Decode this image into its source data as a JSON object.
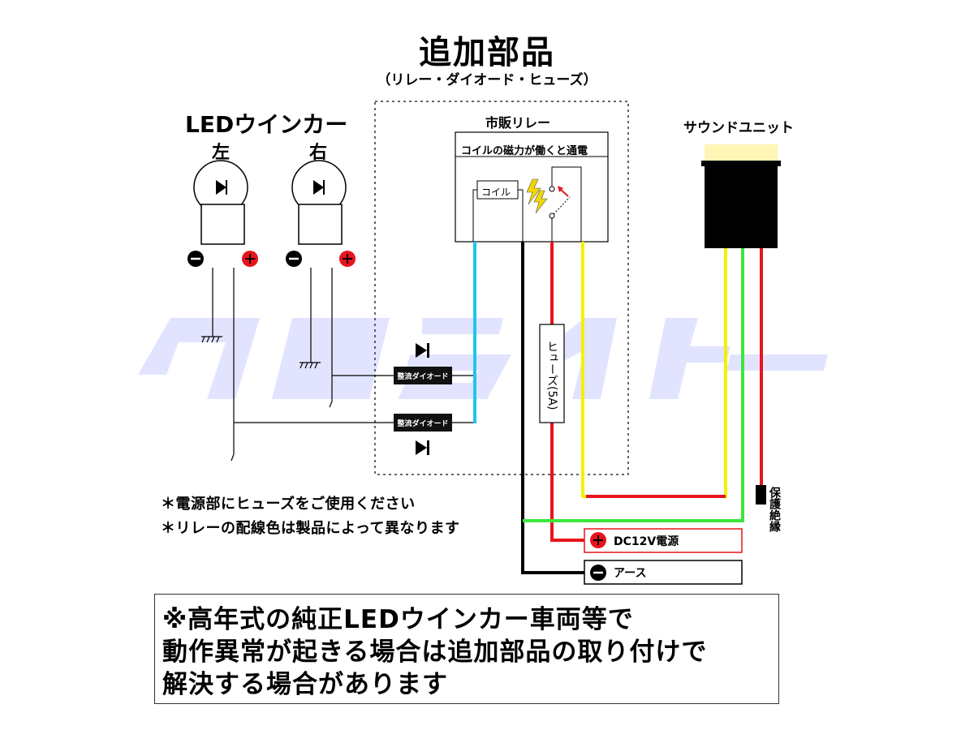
{
  "header": {
    "title": "追加部品",
    "subtitle": "（リレー・ダイオード・ヒューズ）"
  },
  "watermark": {
    "icon": "brand-watermark-logo",
    "color": "#e4e6ff"
  },
  "led": {
    "title": "LEDウインカー",
    "left_label": "左",
    "right_label": "右",
    "minus_symbol": "−",
    "plus_symbol": "+"
  },
  "relay": {
    "title": "市販リレー",
    "description": "コイルの磁力が働くと通電",
    "coil_label": "コイル"
  },
  "diodes": {
    "label": "整流ダイオード"
  },
  "fuse": {
    "label": "ヒューズ(5A)"
  },
  "sound_unit": {
    "title": "サウンドユニット"
  },
  "protect": {
    "label": "保護絶縁"
  },
  "power_box": {
    "label": "DC12V電源",
    "symbol": "+"
  },
  "ground_box": {
    "label": "アース",
    "symbol": "−"
  },
  "notes": [
    "＊電源部にヒューズをご使用ください",
    "＊リレーの配線色は製品によって異なります"
  ],
  "bottom_note": {
    "lines": [
      "※高年式の純正LEDウインカー車両等で",
      "動作異常が起きる場合は追加部品の取り付けで",
      "解決する場合があります"
    ]
  },
  "colors": {
    "blue_wire": "#22c4f0",
    "red_wire": "#e8141c",
    "yellow_wire": "#f5f000",
    "green_wire": "#3ce63c",
    "black_wire": "#000000",
    "plus_red": "#e8141c",
    "sound_cap": "#fff5b4"
  }
}
